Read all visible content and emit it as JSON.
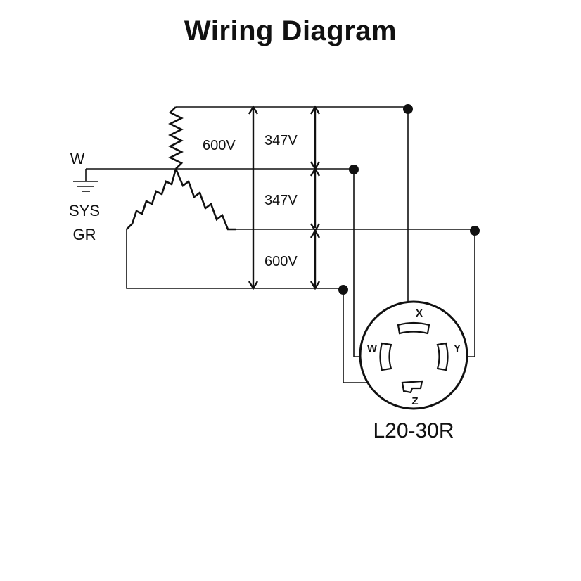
{
  "title": "Wiring Diagram",
  "labels": {
    "w": "W",
    "sys": "SYS",
    "gr": "GR",
    "v600_top": "600V",
    "v347_top": "347V",
    "v347_mid": "347V",
    "v600_bottom": "600V",
    "receptacle": "L20-30R",
    "term_x": "X",
    "term_w": "W",
    "term_y": "Y",
    "term_z": "Z"
  }
}
